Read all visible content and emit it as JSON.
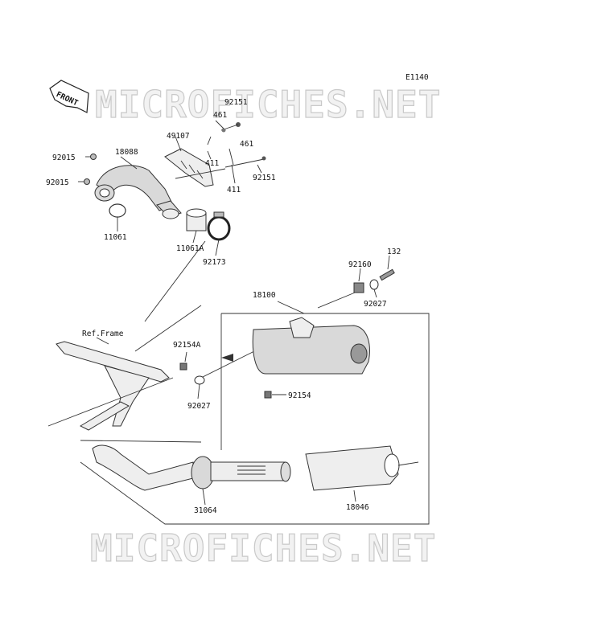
{
  "diagram": {
    "code": "E1140",
    "front_label": "FRONT",
    "ref_frame": "Ref.Frame",
    "watermark_top": "MICROFICHES.NET",
    "watermark_bottom": "MICROFICHES.NET",
    "parts": {
      "p92151_top": "92151",
      "p461_top": "461",
      "p49107": "49107",
      "p461_right": "461",
      "p411_top": "411",
      "p92015_a": "92015",
      "p18088": "18088",
      "p92015_b": "92015",
      "p92151_right": "92151",
      "p411_right": "411",
      "p11061": "11061",
      "p11061A": "11061A",
      "p92173": "92173",
      "p132": "132",
      "p92160": "92160",
      "p92027_top": "92027",
      "p18100": "18100",
      "p92154A": "92154A",
      "p92027_left": "92027",
      "p92154": "92154",
      "p31064": "31064",
      "p18046": "18046"
    }
  }
}
